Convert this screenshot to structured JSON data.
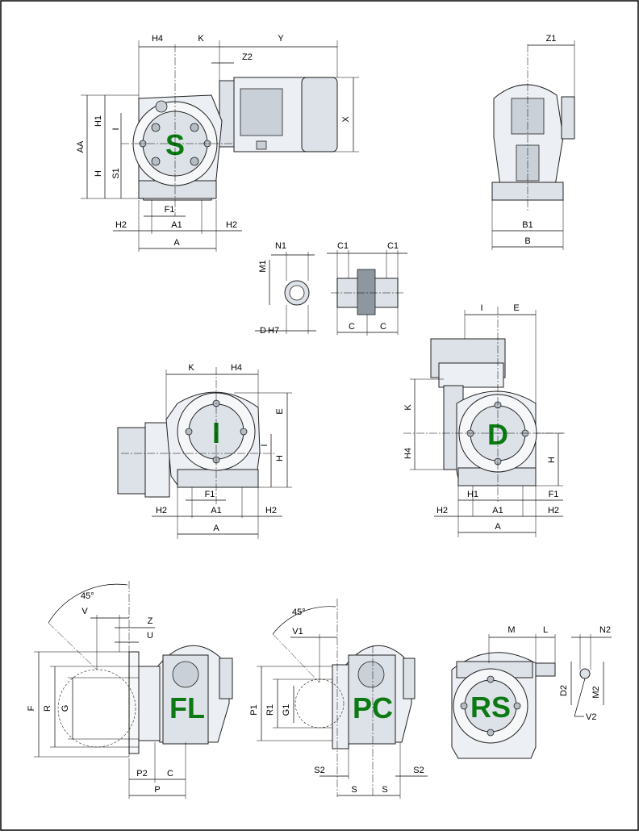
{
  "views": {
    "S": {
      "label": "S",
      "dims": {
        "H4": "H4",
        "K": "K",
        "Y": "Y",
        "Z2": "Z2",
        "X": "X",
        "AA": "AA",
        "H1": "H1",
        "I": "I",
        "H": "H",
        "S1": "S1",
        "F1": "F1",
        "H2a": "H2",
        "A1": "A1",
        "H2b": "H2",
        "A": "A"
      }
    },
    "side": {
      "dims": {
        "Z1": "Z1",
        "B1": "B1",
        "B": "B"
      }
    },
    "shaft": {
      "dims": {
        "N1": "N1",
        "M1": "M1",
        "D": "D",
        "H7": "H7",
        "C1a": "C1",
        "C1b": "C1",
        "Ca": "C",
        "Cb": "C"
      }
    },
    "I": {
      "label": "I",
      "dims": {
        "K": "K",
        "H4": "H4",
        "E": "E",
        "I": "I",
        "H": "H",
        "F1": "F1",
        "H2a": "H2",
        "A1": "A1",
        "H2b": "H2",
        "A": "A"
      }
    },
    "D": {
      "label": "D",
      "dims": {
        "I": "I",
        "E": "E",
        "K": "K",
        "H4": "H4",
        "H": "H",
        "H1": "H1",
        "F1": "F1",
        "H2a": "H2",
        "A1": "A1",
        "H2b": "H2",
        "A": "A"
      }
    },
    "FL": {
      "label": "FL",
      "dims": {
        "angle": "45°",
        "V": "V",
        "Z": "Z",
        "U": "U",
        "F": "F",
        "R": "R",
        "G": "G",
        "P2": "P2",
        "C": "C",
        "P": "P"
      }
    },
    "PC": {
      "label": "PC",
      "dims": {
        "angle": "45°",
        "V1": "V1",
        "P1": "P1",
        "R1": "R1",
        "G1": "G1",
        "S2a": "S2",
        "S2b": "S2",
        "Sa": "S",
        "Sb": "S"
      }
    },
    "RS": {
      "label": "RS",
      "dims": {
        "M": "M",
        "L": "L",
        "N2": "N2",
        "D2": "D2",
        "M2": "M2",
        "V2": "V2"
      }
    }
  },
  "colors": {
    "label_green": "#0b7a12",
    "frame": "#000000",
    "body": "#eceff3"
  }
}
